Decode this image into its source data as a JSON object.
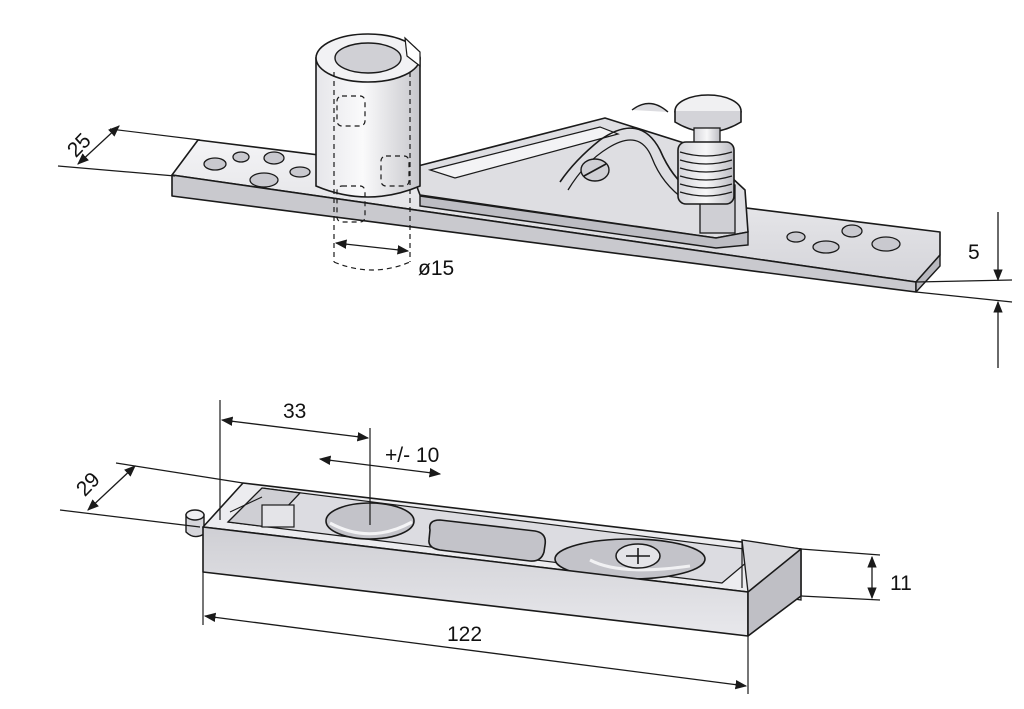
{
  "colors": {
    "line": "#1a1a1a",
    "metal_light": "#f2f2f4",
    "metal_mid": "#d9d9dd",
    "metal_dark": "#b9b9bf",
    "metal_shadow": "#a4a4ab"
  },
  "top_part": {
    "dims": {
      "width": "25",
      "diameter": "ø15",
      "thickness": "5"
    }
  },
  "bottom_part": {
    "dims": {
      "offset": "33",
      "adjust": "+/- 10",
      "width": "29",
      "height": "11",
      "length": "122"
    }
  }
}
